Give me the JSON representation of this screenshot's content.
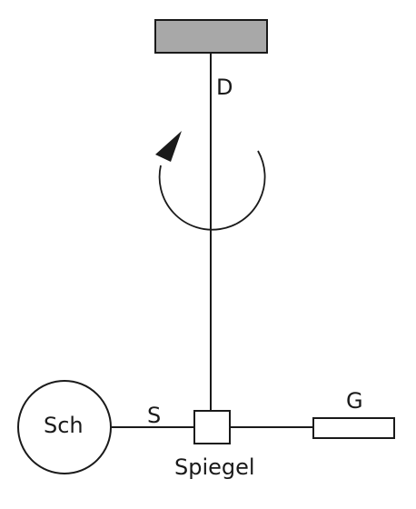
{
  "labels": {
    "D": "D",
    "S": "S",
    "G": "G",
    "Sch": "Sch",
    "Spiegel": "Spiegel"
  },
  "colors": {
    "ceiling_fill": "#a8a8a8",
    "stroke": "#1a1a1a",
    "background": "#ffffff"
  }
}
